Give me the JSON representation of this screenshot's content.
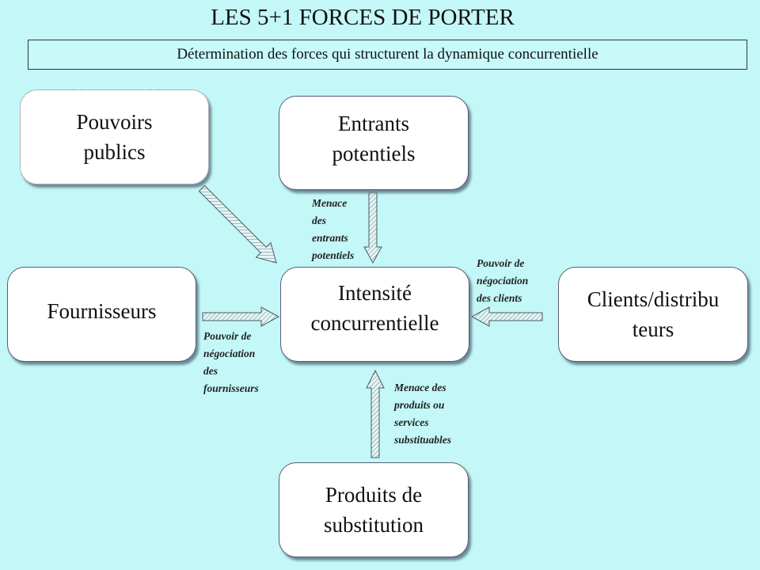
{
  "title": "LES 5+1 FORCES DE PORTER",
  "subtitle": "Détermination des forces qui structurent la dynamique concurrentielle",
  "boxes": {
    "pouvoirs_publics": [
      "Pouvoirs",
      "publics"
    ],
    "entrants": [
      "Entrants",
      "potentiels"
    ],
    "fournisseurs": [
      "Fournisseurs"
    ],
    "intensite": [
      "Intensité",
      "concurrentielle"
    ],
    "clients": [
      "Clients/distribu",
      "teurs"
    ],
    "substitution": [
      "Produits de",
      "substitution"
    ]
  },
  "labels": {
    "entrants": [
      "Menace",
      "des",
      "entrants",
      "potentiels"
    ],
    "clients": [
      "Pouvoir de",
      "négociation",
      "des clients"
    ],
    "fournisseurs": [
      "Pouvoir de",
      "négociation",
      "des",
      "fournisseurs"
    ],
    "substitution": [
      "Menace des",
      "produits ou",
      "services",
      "substituables"
    ]
  },
  "colors": {
    "background": "#c4f8f8",
    "box": "#ffffff",
    "arrow_fill": "#d8f0ee"
  }
}
